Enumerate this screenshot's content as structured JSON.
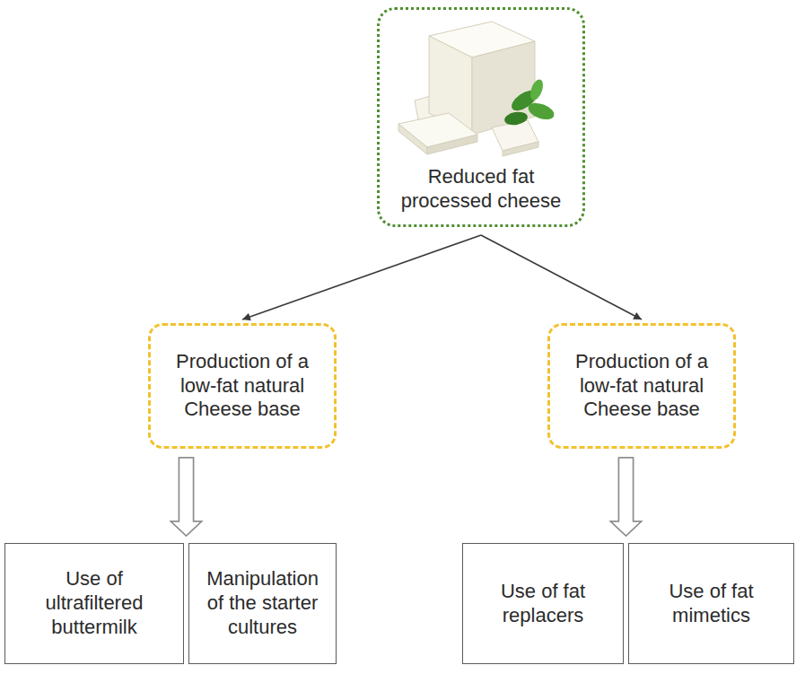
{
  "diagram": {
    "nodes": [
      {
        "text": [
          "Reduced fat processed cheese"
        ]
      },
      {
        "text": [
          "Production of a low-fat natural Cheese base"
        ]
      },
      {
        "text": [
          "Production of a low-fat natural Cheese base"
        ]
      },
      {
        "text": [
          "Use of ultrafiltered buttermilk"
        ]
      },
      {
        "text": [
          "Manipulation of the starter cultures"
        ]
      },
      {
        "text": [
          "Use of fat replacers"
        ]
      },
      {
        "text": [
          "Use of fat mimetics"
        ]
      }
    ],
    "edges": [
      {
        "from": 0,
        "to": 1,
        "arrow": "to"
      },
      {
        "from": 0,
        "to": 2,
        "arrow": "to"
      },
      {
        "from": 1,
        "to": 3,
        "arrow": "to"
      },
      {
        "from": 1,
        "to": 4,
        "arrow": "to"
      },
      {
        "from": 2,
        "to": 5,
        "arrow": "to"
      },
      {
        "from": 2,
        "to": 6,
        "arrow": "to"
      }
    ]
  }
}
